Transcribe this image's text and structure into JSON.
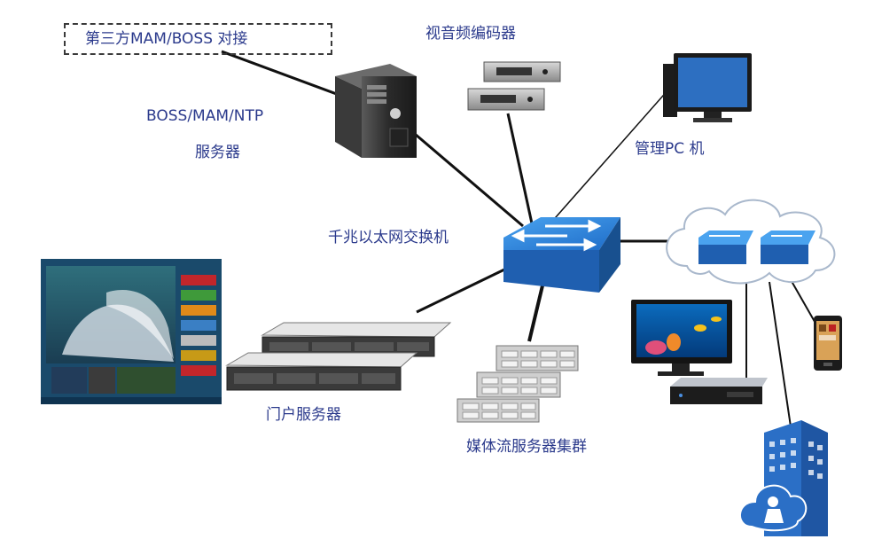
{
  "labels": {
    "third_party": "第三方MAM/BOSS 对接",
    "codec": "视音频编码器",
    "boss_server_1": "BOSS/MAM/NTP",
    "boss_server_2": "服务器",
    "admin_pc": "管理PC 机",
    "switch": "千兆以太网交换机",
    "portal_server": "门户服务器",
    "stream_cluster": "媒体流服务器集群"
  },
  "colors": {
    "label_text": "#2b3a8c",
    "line": "#111111",
    "switch_blue": "#1f6fc4",
    "cloud_outline": "#a9b8cc"
  },
  "icons": [
    "tower-server-icon",
    "codec-rack-icon",
    "desktop-pc-icon",
    "network-switch-icon",
    "cloud-icon",
    "rack-server-icon",
    "storage-array-icon",
    "tv-monitor-icon",
    "set-top-box-icon",
    "mobile-phone-icon",
    "building-icon",
    "portal-screen-icon"
  ]
}
